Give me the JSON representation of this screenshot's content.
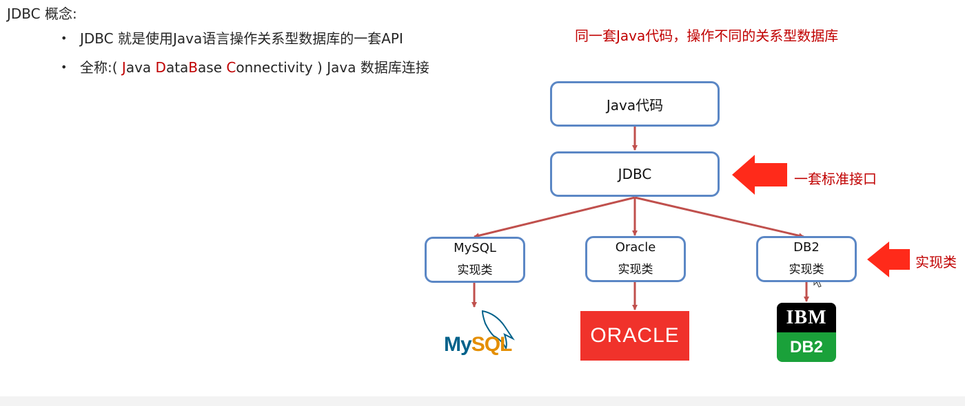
{
  "heading": "JDBC 概念:",
  "bullets": {
    "b1": "JDBC 就是使用Java语言操作关系型数据库的一套API",
    "b2": {
      "prefix": "全称:( ",
      "j1": "J",
      "j2": "ava ",
      "d1": "D",
      "d2": "ata",
      "b1": "B",
      "b2": "ase ",
      "c1": "C",
      "c2": "onnectivity ) Java 数据库连接"
    }
  },
  "diagram": {
    "caption": "同一套Java代码，操作不同的关系型数据库",
    "java_box": "Java代码",
    "jdbc_box": "JDBC",
    "jdbc_label": "一套标准接口",
    "impl_label": "实现类",
    "mysql_box": {
      "name": "MySQL",
      "sub": "实现类"
    },
    "oracle_box": {
      "name": "Oracle",
      "sub": "实现类"
    },
    "db2_box": {
      "name": "DB2",
      "sub": "实现类"
    }
  },
  "logos": {
    "mysql": {
      "my": "My",
      "sql": "SQL"
    },
    "oracle": "ORACLE",
    "ibm": "IBM",
    "db2": "DB2"
  },
  "colors": {
    "accent_red": "#c00000",
    "box_border": "#5b87c5",
    "connector": "#c0504d",
    "arrow_fill": "#ff2a1a"
  }
}
